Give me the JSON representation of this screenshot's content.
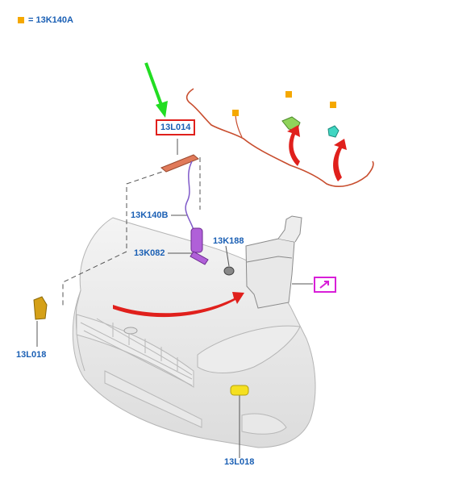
{
  "legend": {
    "text": "= 13K140A",
    "marker_color": "#f5a800"
  },
  "labels": {
    "l014": "13L014",
    "k140b": "13K140B",
    "k082": "13K082",
    "k188": "13K188",
    "l018_left": "13L018",
    "l018_bottom": "13L018"
  },
  "colors": {
    "label": "#1a5fb4",
    "callout_box": "#e0201c",
    "pointer_arrow": "#22dd22",
    "flow_arrow": "#e0201c",
    "ref_box": "#d81fd8",
    "connector": "#f5a800"
  }
}
